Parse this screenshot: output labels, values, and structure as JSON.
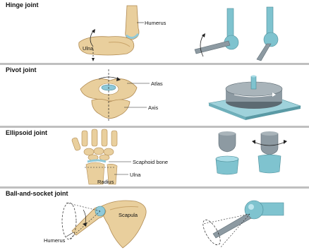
{
  "colors": {
    "bone_fill": "#e9cf9d",
    "bone_shade": "#c9a46a",
    "cartilage_blue": "#8fc9d9",
    "model_blue": "#7fc3cf",
    "model_dark": "#4a8c97",
    "model_gray": "#8d9aa2",
    "platform": "#9fd2db"
  },
  "panels": [
    {
      "title": "Hinge joint",
      "labels": [
        "Humerus",
        "Ulna"
      ]
    },
    {
      "title": "Pivot joint",
      "labels": [
        "Atlas",
        "Axis"
      ]
    },
    {
      "title": "Ellipsoid joint",
      "labels": [
        "Scaphoid bone",
        "Radius",
        "Ulna"
      ]
    },
    {
      "title": "Ball-and-socket joint",
      "labels": [
        "Scapula",
        "Humerus"
      ]
    }
  ]
}
